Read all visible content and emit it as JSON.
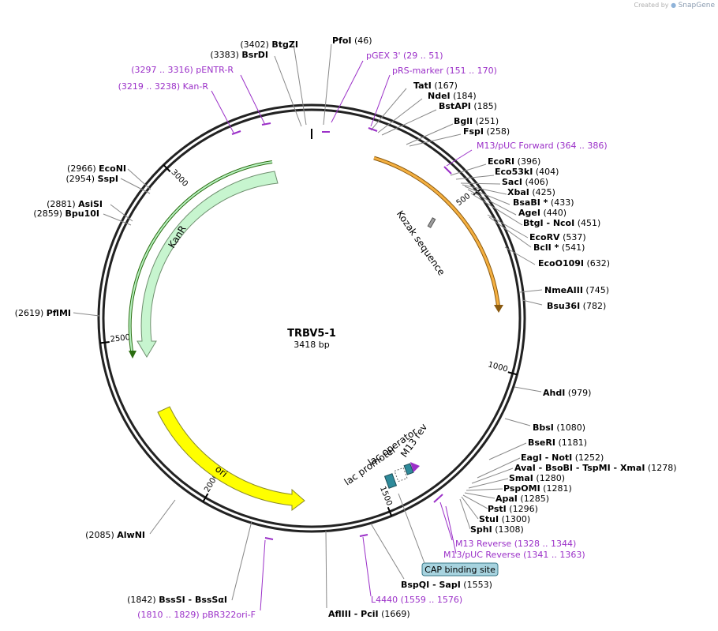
{
  "credit": {
    "prefix": "Created by",
    "brand": "SnapGene"
  },
  "plasmid": {
    "name": "TRBV5-1",
    "length_label": "3418 bp",
    "length": 3418
  },
  "colors": {
    "enzyme_text": "#000000",
    "primer": "#9b30c8",
    "kozak": "#9e9e9e",
    "orf": "#f5b041",
    "kanr": "#b9f2c4",
    "ori": "#ffff00"
  },
  "ticks": [
    {
      "pos": 500,
      "label": "500"
    },
    {
      "pos": 1000,
      "label": "1000"
    },
    {
      "pos": 1500,
      "label": "1500"
    },
    {
      "pos": 2000,
      "label": "2000"
    },
    {
      "pos": 2500,
      "label": "2500"
    },
    {
      "pos": 3000,
      "label": "3000"
    }
  ],
  "features": [
    {
      "id": "orf",
      "start": 370,
      "end": 850,
      "type": "arc",
      "label": ""
    },
    {
      "id": "kozak",
      "start": 410,
      "end": 420,
      "type": "box",
      "label": "Kozak sequence"
    },
    {
      "id": "kanr",
      "start": 3230,
      "end": 2440,
      "type": "arrow-ccw",
      "label": "KanR"
    },
    {
      "id": "ori",
      "start": 2290,
      "end": 1700,
      "type": "arrow-cw",
      "label": "ori"
    },
    {
      "id": "lac-operator",
      "label": "lac operator"
    },
    {
      "id": "lac-promoter",
      "label": "lac promoter"
    },
    {
      "id": "m13-rev",
      "label": "M13 rev"
    },
    {
      "id": "cap",
      "label": "CAP binding site"
    }
  ],
  "enzymes_right": [
    {
      "name": "PfoI",
      "pos_text": "(46)"
    },
    {
      "name": "TatI",
      "pos_text": "(167)"
    },
    {
      "name": "NdeI",
      "pos_text": "(184)"
    },
    {
      "name": "BstAPI",
      "pos_text": "(185)"
    },
    {
      "name": "BglI",
      "pos_text": "(251)"
    },
    {
      "name": "FspI",
      "pos_text": "(258)"
    },
    {
      "name": "EcoRI",
      "pos_text": "(396)"
    },
    {
      "name": "Eco53kI",
      "pos_text": "(404)"
    },
    {
      "name": "SacI",
      "pos_text": "(406)"
    },
    {
      "name": "XbaI",
      "pos_text": "(425)"
    },
    {
      "name": "BsaBI *",
      "pos_text": "(433)"
    },
    {
      "name": "AgeI",
      "pos_text": "(440)"
    },
    {
      "name": "BtgI - NcoI",
      "pos_text": "(451)"
    },
    {
      "name": "EcoRV",
      "pos_text": "(537)"
    },
    {
      "name": "BclI *",
      "pos_text": "(541)"
    },
    {
      "name": "EcoO109I",
      "pos_text": "(632)"
    },
    {
      "name": "NmeAIII",
      "pos_text": "(745)"
    },
    {
      "name": "Bsu36I",
      "pos_text": "(782)"
    },
    {
      "name": "AhdI",
      "pos_text": "(979)"
    },
    {
      "name": "BbsI",
      "pos_text": "(1080)"
    },
    {
      "name": "BseRI",
      "pos_text": "(1181)"
    },
    {
      "name": "EagI - NotI",
      "pos_text": "(1252)"
    },
    {
      "name": "AvaI - BsoBI - TspMI - XmaI",
      "pos_text": "(1278)"
    },
    {
      "name": "SmaI",
      "pos_text": "(1280)"
    },
    {
      "name": "PspOMI",
      "pos_text": "(1281)"
    },
    {
      "name": "ApaI",
      "pos_text": "(1285)"
    },
    {
      "name": "PstI",
      "pos_text": "(1296)"
    },
    {
      "name": "StuI",
      "pos_text": "(1300)"
    },
    {
      "name": "SphI",
      "pos_text": "(1308)"
    },
    {
      "name": "BspQI - SapI",
      "pos_text": "(1553)"
    },
    {
      "name": "AflIII - PciI",
      "pos_text": "(1669)"
    }
  ],
  "enzymes_left": [
    {
      "name": "BtgZI",
      "pos_text": "(3402)"
    },
    {
      "name": "BsrDI",
      "pos_text": "(3383)"
    },
    {
      "name": "EcoNI",
      "pos_text": "(2966)"
    },
    {
      "name": "SspI",
      "pos_text": "(2954)"
    },
    {
      "name": "AsiSI",
      "pos_text": "(2881)"
    },
    {
      "name": "Bpu10I",
      "pos_text": "(2859)"
    },
    {
      "name": "PflMI",
      "pos_text": "(2619)"
    },
    {
      "name": "AlwNI",
      "pos_text": "(2085)"
    },
    {
      "name": "BssSI - BssSαI",
      "pos_text": "(1842)"
    }
  ],
  "primers": [
    {
      "name": "pGEX 3'",
      "range": "(29 .. 51)"
    },
    {
      "name": "pRS-marker",
      "range": "(151 .. 170)"
    },
    {
      "name": "M13/pUC Forward",
      "range": "(364 .. 386)"
    },
    {
      "name": "M13 Reverse",
      "range": "(1328 .. 1344)"
    },
    {
      "name": "M13/pUC Reverse",
      "range": "(1341 .. 1363)"
    },
    {
      "name": "L4440",
      "range": "(1559 .. 1576)"
    },
    {
      "name": "pBR322ori-F",
      "range": "(1810 .. 1829)"
    },
    {
      "name": "pENTR-R",
      "range": "(3297 .. 3316)"
    },
    {
      "name": "Kan-R",
      "range": "(3219 .. 3238)"
    }
  ]
}
